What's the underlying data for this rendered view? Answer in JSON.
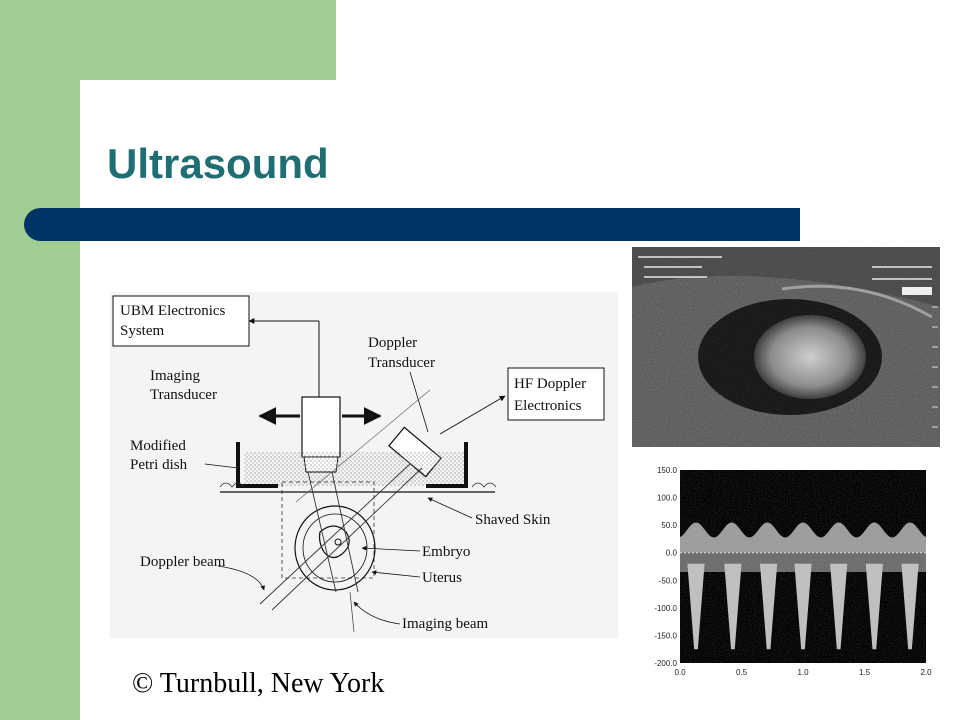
{
  "slide": {
    "title": "Ultrasound",
    "credit": "© Turnbull, New York",
    "colors": {
      "accent_green": "#a0cd94",
      "title_teal": "#1f6e73",
      "bar_navy": "#003366"
    }
  },
  "diagram": {
    "labels": {
      "ubm_line1": "UBM Electronics",
      "ubm_line2": "System",
      "imaging_line1": "Imaging",
      "imaging_line2": "Transducer",
      "doppler_tr_line1": "Doppler",
      "doppler_tr_line2": "Transducer",
      "hf_line1": "HF Doppler",
      "hf_line2": "Electronics",
      "petri_line1": "Modified",
      "petri_line2": "Petri dish",
      "shaved_skin": "Shaved Skin",
      "doppler_beam": "Doppler beam",
      "embryo": "Embryo",
      "uterus": "Uterus",
      "imaging_beam": "Imaging beam"
    }
  },
  "ultrasound_image": {
    "overlay_text": []
  },
  "chart_data": {
    "type": "area",
    "ylim": [
      -200,
      150
    ],
    "xlim": [
      0,
      2
    ],
    "yticks": [
      "150.0",
      "100.0",
      "50.0",
      "0.0",
      "-50.0",
      "-100.0",
      "-150.0",
      "-200.0"
    ],
    "xticks": [
      "0.0",
      "0.5",
      "1.0",
      "1.5",
      "2.0"
    ],
    "beats_x": [
      0.13,
      0.43,
      0.72,
      1.0,
      1.29,
      1.58,
      1.87
    ],
    "peak_velocity": -175,
    "baseline": 0,
    "upper_envelope": 55
  }
}
